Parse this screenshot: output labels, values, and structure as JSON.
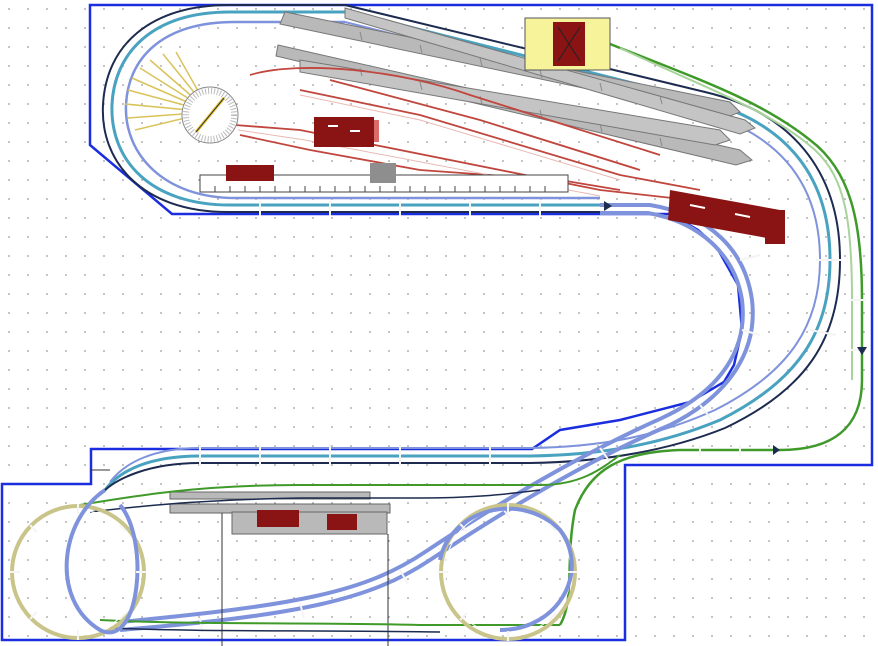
{
  "diagram": {
    "kind": "model-railway-track-plan",
    "labels": [],
    "colors": {
      "background": "#ffffff",
      "grid_dot": "#9a9a9a",
      "baseboard_outline": "#1a2ee0",
      "track_blue": "#7f93dc",
      "track_teal": "#49a3c0",
      "track_dark": "#1c2b4f",
      "track_green": "#3f9a2a",
      "track_red": "#c0463e",
      "track_yellowgreen": "#c9c48a",
      "platform_gray": "#b9b9b9",
      "building_maroon": "#8a1414",
      "building_yellow": "#f6f39a",
      "sleeper_white": "#f4f4f4"
    },
    "elements": {
      "baseboard": "baseboard-outline",
      "upper_yard": "upper-station-yard",
      "turntable": "turntable",
      "engine_shed": "engine-shed",
      "goods_platform": "goods-platform",
      "lower_station": "lower-station",
      "helix_left": "helix-left",
      "helix_right": "helix-right"
    }
  }
}
